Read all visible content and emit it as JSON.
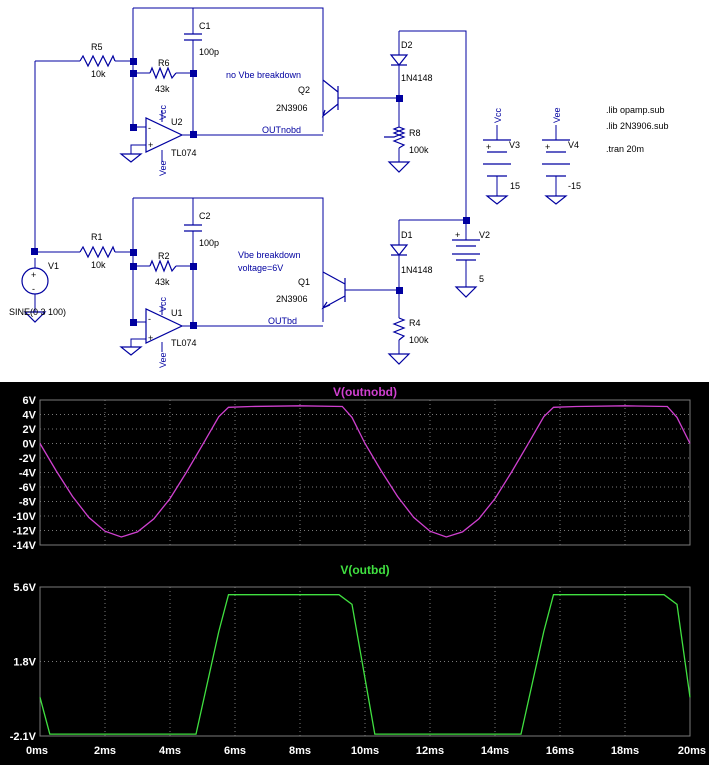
{
  "schematic": {
    "resistors": [
      {
        "ref": "R5",
        "value": "10k"
      },
      {
        "ref": "R6",
        "value": "43k"
      },
      {
        "ref": "R8",
        "value": "100k"
      },
      {
        "ref": "R1",
        "value": "10k"
      },
      {
        "ref": "R2",
        "value": "43k"
      },
      {
        "ref": "R4",
        "value": "100k"
      }
    ],
    "capacitors": [
      {
        "ref": "C1",
        "value": "100p"
      },
      {
        "ref": "C2",
        "value": "100p"
      }
    ],
    "diodes": [
      {
        "ref": "D2",
        "value": "1N4148"
      },
      {
        "ref": "D1",
        "value": "1N4148"
      }
    ],
    "transistors": [
      {
        "ref": "Q2",
        "value": "2N3906"
      },
      {
        "ref": "Q1",
        "value": "2N3906"
      }
    ],
    "opamps": [
      {
        "ref": "U2",
        "value": "TL074"
      },
      {
        "ref": "U1",
        "value": "TL074"
      }
    ],
    "sources": [
      {
        "ref": "V1",
        "value": "SINE(0 3 100)"
      },
      {
        "ref": "V2",
        "value": "5"
      },
      {
        "ref": "V3",
        "value": "15"
      },
      {
        "ref": "V4",
        "value": "-15"
      }
    ],
    "nets": {
      "vcc": "Vcc",
      "vee": "Vee",
      "out_nobd": "OUTnobd",
      "out_bd": "OUTbd"
    },
    "comments": {
      "no_breakdown": "no Vbe breakdown",
      "breakdown_1": "Vbe breakdown",
      "breakdown_2": "voltage=6V"
    },
    "directives": [
      ".lib opamp.sub",
      ".lib 2N3906.sub",
      ".tran 20m"
    ],
    "pin_plus": "+",
    "pin_minus": "-"
  },
  "plots": {
    "colors": {
      "background": "#000000",
      "grid": "#7a7a7a",
      "trace1": "#d040d0",
      "trace2": "#40e040"
    },
    "x_ticks": [
      "0ms",
      "2ms",
      "4ms",
      "6ms",
      "8ms",
      "10ms",
      "12ms",
      "14ms",
      "16ms",
      "18ms",
      "20ms"
    ],
    "top": {
      "title": "V(outnobd)",
      "y_ticks": [
        "6V",
        "4V",
        "2V",
        "0V",
        "-2V",
        "-4V",
        "-6V",
        "-8V",
        "-10V",
        "-12V",
        "-14V"
      ]
    },
    "bottom": {
      "title": "V(outbd)",
      "y_ticks": [
        "5.6V",
        "1.8V",
        "-2.1V"
      ]
    }
  },
  "chart_data": [
    {
      "type": "line",
      "title": "V(outnobd)",
      "xlim": [
        0,
        20
      ],
      "ylim": [
        -14,
        6
      ],
      "grid": true,
      "series": [
        {
          "name": "V(outnobd)",
          "x": [
            0,
            0.5,
            1,
            1.5,
            2,
            2.5,
            3,
            3.5,
            4,
            4.5,
            5,
            5.5,
            5.8,
            6.5,
            8,
            9.3,
            9.6,
            10,
            10.5,
            11,
            11.5,
            12,
            12.5,
            13,
            13.5,
            14,
            14.5,
            15,
            15.5,
            15.8,
            16.5,
            18,
            19.3,
            19.6,
            20
          ],
          "y": [
            0,
            -3.8,
            -7.3,
            -10.2,
            -12.1,
            -12.9,
            -12.2,
            -10.4,
            -7.6,
            -4.0,
            -0.2,
            3.7,
            5.0,
            5.1,
            5.2,
            5.1,
            3.6,
            0,
            -3.8,
            -7.3,
            -10.2,
            -12.1,
            -12.9,
            -12.2,
            -10.4,
            -7.6,
            -4.0,
            -0.2,
            3.7,
            5.0,
            5.1,
            5.2,
            5.1,
            3.6,
            0
          ]
        }
      ]
    },
    {
      "type": "line",
      "title": "V(outbd)",
      "xlim": [
        0,
        20
      ],
      "ylim": [
        -2.1,
        5.6
      ],
      "grid": true,
      "series": [
        {
          "name": "V(outbd)",
          "x": [
            0,
            0.3,
            4.8,
            5.5,
            5.8,
            9.2,
            9.6,
            10.3,
            14.8,
            15.5,
            15.8,
            19.2,
            19.6,
            20
          ],
          "y": [
            -0.1,
            -2.0,
            -2.0,
            3.3,
            5.2,
            5.2,
            4.7,
            -2.0,
            -2.0,
            3.3,
            5.2,
            5.2,
            4.7,
            -0.1
          ]
        }
      ]
    }
  ]
}
